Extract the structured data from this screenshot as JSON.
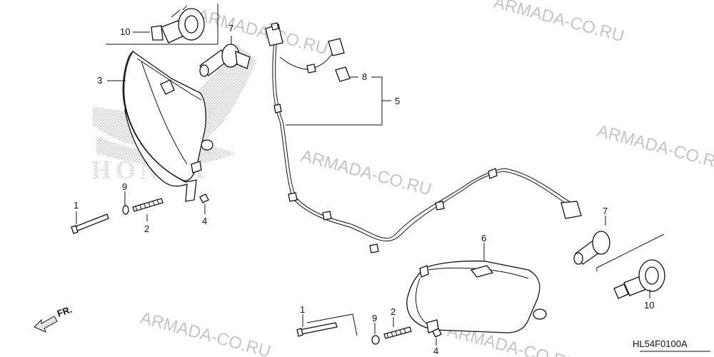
{
  "watermark": "ARMADA-CO.RU",
  "brand_logo": "HONDA",
  "diagram_code": "HL54F0100A",
  "direction_label": "FR.",
  "callouts": {
    "c1_left": "1",
    "c2_left": "2",
    "c3": "3",
    "c4_left": "4",
    "c5": "5",
    "c6": "6",
    "c7_top": "7",
    "c7_right": "7",
    "c8": "8",
    "c9_left": "9",
    "c10_top": "10",
    "c10_right": "10",
    "c1_right": "1",
    "c2_right": "2",
    "c4_right": "4",
    "c9_right": "9"
  },
  "colors": {
    "line": "#111111",
    "watermark": "#c4c4c4",
    "logo_dots": "#9a9a9a"
  }
}
